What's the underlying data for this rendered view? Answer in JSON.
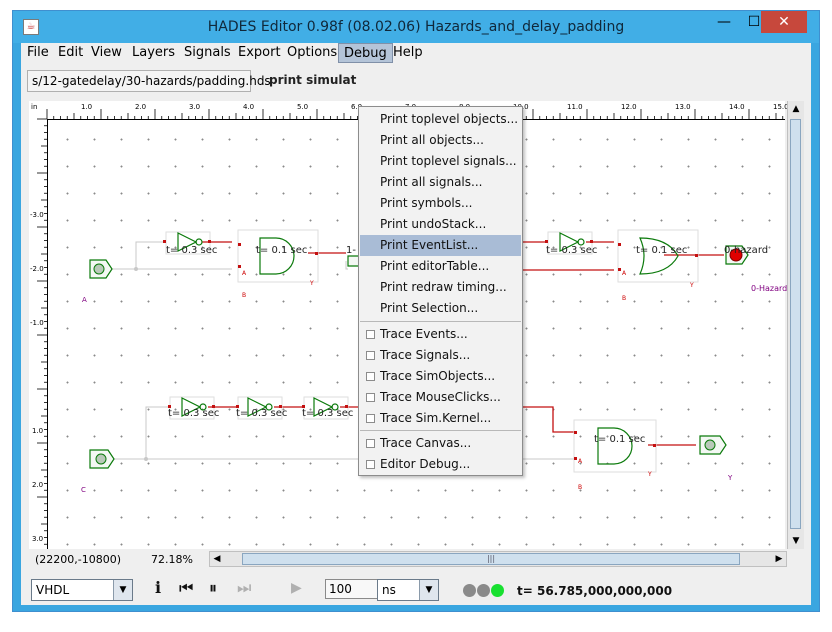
{
  "window": {
    "title": "HADES Editor 0.98f (08.02.06)   Hazards_and_delay_padding",
    "app_icon": "java",
    "controls": {
      "minimize": "—",
      "maximize": "☐",
      "close": "✕"
    }
  },
  "menubar": {
    "items": [
      "File",
      "Edit",
      "View",
      "Layers",
      "Signals",
      "Export",
      "Options",
      "Debug",
      "Help"
    ],
    "active": "Debug"
  },
  "toolbar": {
    "path": "s/12-gatedelay/30-hazards/padding.hds",
    "message": "print simulat"
  },
  "debug_menu": {
    "items": [
      {
        "label": "Print toplevel objects...",
        "type": "item"
      },
      {
        "label": "Print all objects...",
        "type": "item"
      },
      {
        "label": "Print toplevel signals...",
        "type": "item"
      },
      {
        "label": "Print all signals...",
        "type": "item"
      },
      {
        "label": "Print symbols...",
        "type": "item"
      },
      {
        "label": "Print undoStack...",
        "type": "item"
      },
      {
        "label": "Print EventList...",
        "type": "item",
        "highlighted": true
      },
      {
        "label": "Print editorTable...",
        "type": "item"
      },
      {
        "label": "Print redraw timing...",
        "type": "item"
      },
      {
        "label": "Print Selection...",
        "type": "item"
      },
      {
        "label": "Trace Events...",
        "type": "check"
      },
      {
        "label": "Trace Signals...",
        "type": "check"
      },
      {
        "label": "Trace SimObjects...",
        "type": "check"
      },
      {
        "label": "Trace MouseClicks...",
        "type": "check"
      },
      {
        "label": "Trace Sim.Kernel...",
        "type": "check"
      },
      {
        "label": "Trace Canvas...",
        "type": "check"
      },
      {
        "label": "Editor Debug...",
        "type": "check"
      }
    ]
  },
  "ruler": {
    "top": [
      "in",
      "1.0",
      "2.0",
      "3.0",
      "4.0",
      "5.0",
      "6.0",
      "7.0",
      "8.0",
      "9.0",
      "10.0",
      "11.0",
      "12.0",
      "13.0",
      "14.0",
      "15.0"
    ],
    "left": [
      "-3.0",
      "-2.0",
      "-1.0",
      "1.0",
      "2.0",
      "3.0"
    ]
  },
  "schematic": {
    "delays_top": [
      "t= 0.3 sec",
      "t= 0.1 sec",
      "1-",
      "t= 0.3 sec",
      "t= 0.1 sec"
    ],
    "probe_top_label": "0-hazard",
    "probe_top_out": "0-Hazard",
    "delays_bottom": [
      "t= 0.3 sec",
      "t= 0.3 sec",
      "t= 0.3 sec",
      "t= 0.1 sec"
    ],
    "input_a": "A",
    "input_c": "C",
    "output_y": "Y",
    "pin_a": "A",
    "pin_b": "B",
    "pin_y": "Y"
  },
  "status": {
    "coords": "(22200,-10800)",
    "zoom": "72.18%"
  },
  "sim": {
    "mode": "VHDL",
    "step_value": "100",
    "unit": "ns",
    "time": "t= 56.785,000,000,000",
    "info_icon": "i",
    "rewind_icon": "⏮",
    "pause_icon": "⏸",
    "fastforward_icon": "⏭",
    "play_icon": "▶",
    "led_colors": [
      "#8a8a8a",
      "#8a8a8a",
      "#18e030"
    ]
  },
  "colors": {
    "titlebar": "#41aee6",
    "menu_highlight": "#a9bcd6",
    "wire_active": "#c41010",
    "wire_idle": "#c8c8c8",
    "gate": "#0b7a0b"
  }
}
